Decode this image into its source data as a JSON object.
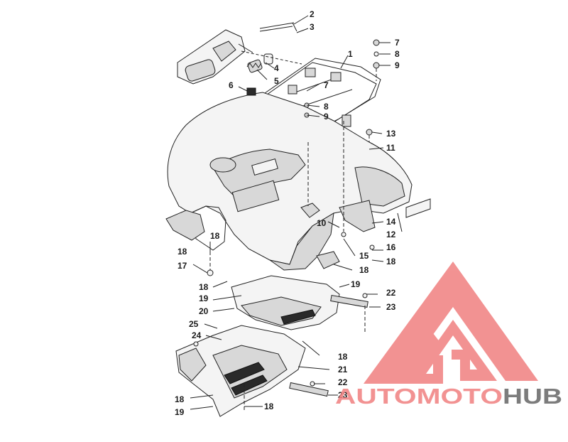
{
  "callouts": [
    "1",
    "2",
    "3",
    "4",
    "5",
    "6",
    "7",
    "8",
    "9",
    "7",
    "8",
    "9",
    "10",
    "11",
    "12",
    "13",
    "14",
    "15",
    "16",
    "17",
    "18",
    "18",
    "18",
    "18",
    "18",
    "18",
    "18",
    "18",
    "19",
    "19",
    "19",
    "20",
    "21",
    "22",
    "22",
    "23",
    "23",
    "24",
    "25"
  ],
  "watermark": {
    "part1": "AUTOMOTO",
    "part2": "HUB",
    "color_primary": "#f08080",
    "color_secondary": "#666666"
  }
}
